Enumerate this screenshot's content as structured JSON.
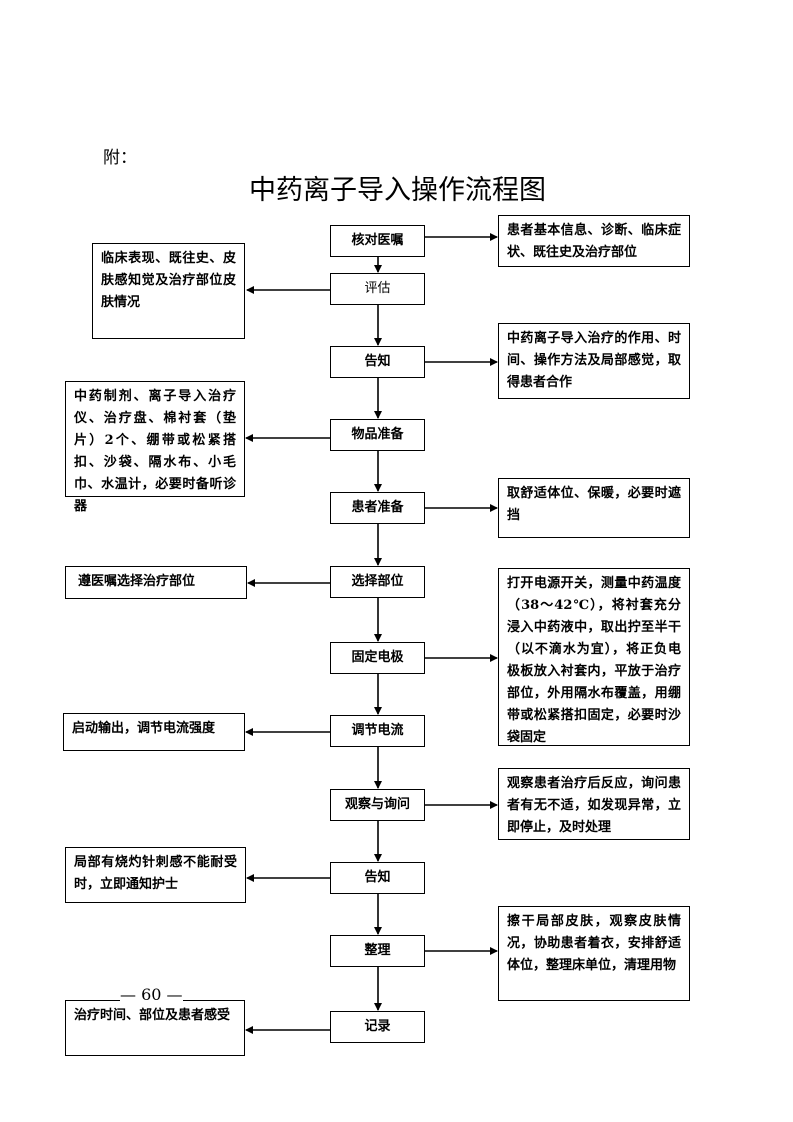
{
  "header": {
    "appendix_label": "附：",
    "title": "中药离子导入操作流程图"
  },
  "steps": [
    {
      "label": "核对医嘱"
    },
    {
      "label": "评估"
    },
    {
      "label": "告知"
    },
    {
      "label": "物品准备"
    },
    {
      "label": "患者准备"
    },
    {
      "label": "选择部位"
    },
    {
      "label": "固定电极"
    },
    {
      "label": "调节电流"
    },
    {
      "label": "观察与询问"
    },
    {
      "label": "告知"
    },
    {
      "label": "整理"
    },
    {
      "label": "记录"
    }
  ],
  "right_notes": [
    "患者基本信息、诊断、临床症状、既往史及治疗部位",
    "中药离子导入治疗的作用、时间、操作方法及局部感觉，取得患者合作",
    "取舒适体位、保暖，必要时遮挡",
    "打开电源开关，测量中药温度（38～42℃），将衬套充分浸入中药液中，取出拧至半干（以不滴水为宜），将正负电极板放入衬套内，平放于治疗部位，外用隔水布覆盖，用绷带或松紧搭扣固定，必要时沙袋固定",
    "观察患者治疗后反应，询问患者有无不适，如发现异常，立即停止，及时处理",
    "擦干局部皮肤，观察皮肤情况，协助患者着衣，安排舒适体位，整理床单位，清理用物"
  ],
  "left_notes": [
    "临床表现、既往史、皮肤感知觉及治疗部位皮肤情况",
    "中药制剂、离子导入治疗仪、治疗盘、棉衬套（垫片）2个、绷带或松紧搭扣、沙袋、隔水布、小毛巾、水温计，必要时备听诊器",
    "遵医嘱选择治疗部位",
    "启动输出，调节电流强度",
    "局部有烧灼针刺感不能耐受时，立即通知护士",
    "治疗时间、部位及患者感受"
  ],
  "footer": {
    "page_number": "— 60 —"
  }
}
